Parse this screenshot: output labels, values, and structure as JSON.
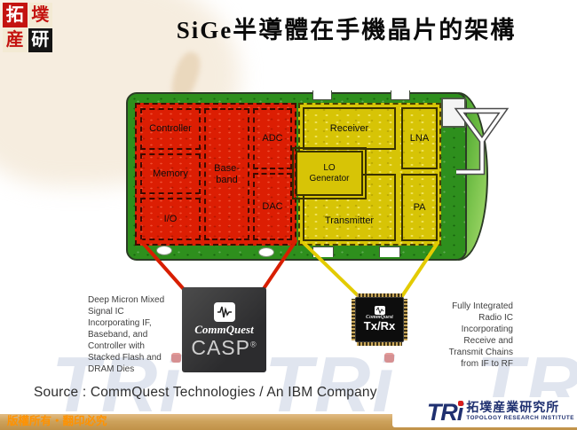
{
  "title": "SiGe半導體在手機晶片的架構",
  "corner_logo": {
    "tl": "拓",
    "tr": "墣",
    "bl": "産",
    "br": "研"
  },
  "board": {
    "red_blocks": [
      {
        "id": "controller",
        "label": "Controller"
      },
      {
        "id": "memory",
        "label": "Memory"
      },
      {
        "id": "io",
        "label": "I/O"
      },
      {
        "id": "baseband",
        "label": "Base-\nband"
      },
      {
        "id": "adc",
        "label": "ADC"
      },
      {
        "id": "dac",
        "label": "DAC"
      }
    ],
    "yellow_blocks": [
      {
        "id": "receiver",
        "label": "Receiver"
      },
      {
        "id": "lna",
        "label": "LNA"
      },
      {
        "id": "lo",
        "label": "LO\nGenerator"
      },
      {
        "id": "transmitter",
        "label": "Transmitter"
      },
      {
        "id": "pa",
        "label": "PA"
      }
    ]
  },
  "chips": {
    "casp": {
      "brand": "CommQuest",
      "name": "CASP",
      "reg": "®"
    },
    "txrx": {
      "brand": "CommQuest",
      "name": "Tx/Rx"
    }
  },
  "annotations": {
    "left": "Deep Micron Mixed\nSignal IC\nIncorporating IF,\nBaseband, and\nController with\nStacked Flash and\nDRAM Dies",
    "right": "Fully Integrated\nRadio IC\nIncorporating\nReceive and\nTransmit Chains\nfrom IF to RF"
  },
  "source_line": "Source : CommQuest Technologies / An IBM Company",
  "footer": {
    "copyright": "版權所有‧翻印必究",
    "tri_wordmark": "TRi",
    "tri_cn": "拓墣産業研究所",
    "tri_en": "TOPOLOGY RESEARCH INSTITUTE"
  },
  "watermark": {
    "text": "TRi"
  },
  "colors": {
    "block_red": "#dc1e03",
    "block_yellow": "#d7c406",
    "pcb_green": "#2e8f1d",
    "logo_red": "#c41310",
    "navy": "#1f3070",
    "copyright_bar_tan": "#cda25c",
    "copyright_orange": "#ff9200"
  }
}
